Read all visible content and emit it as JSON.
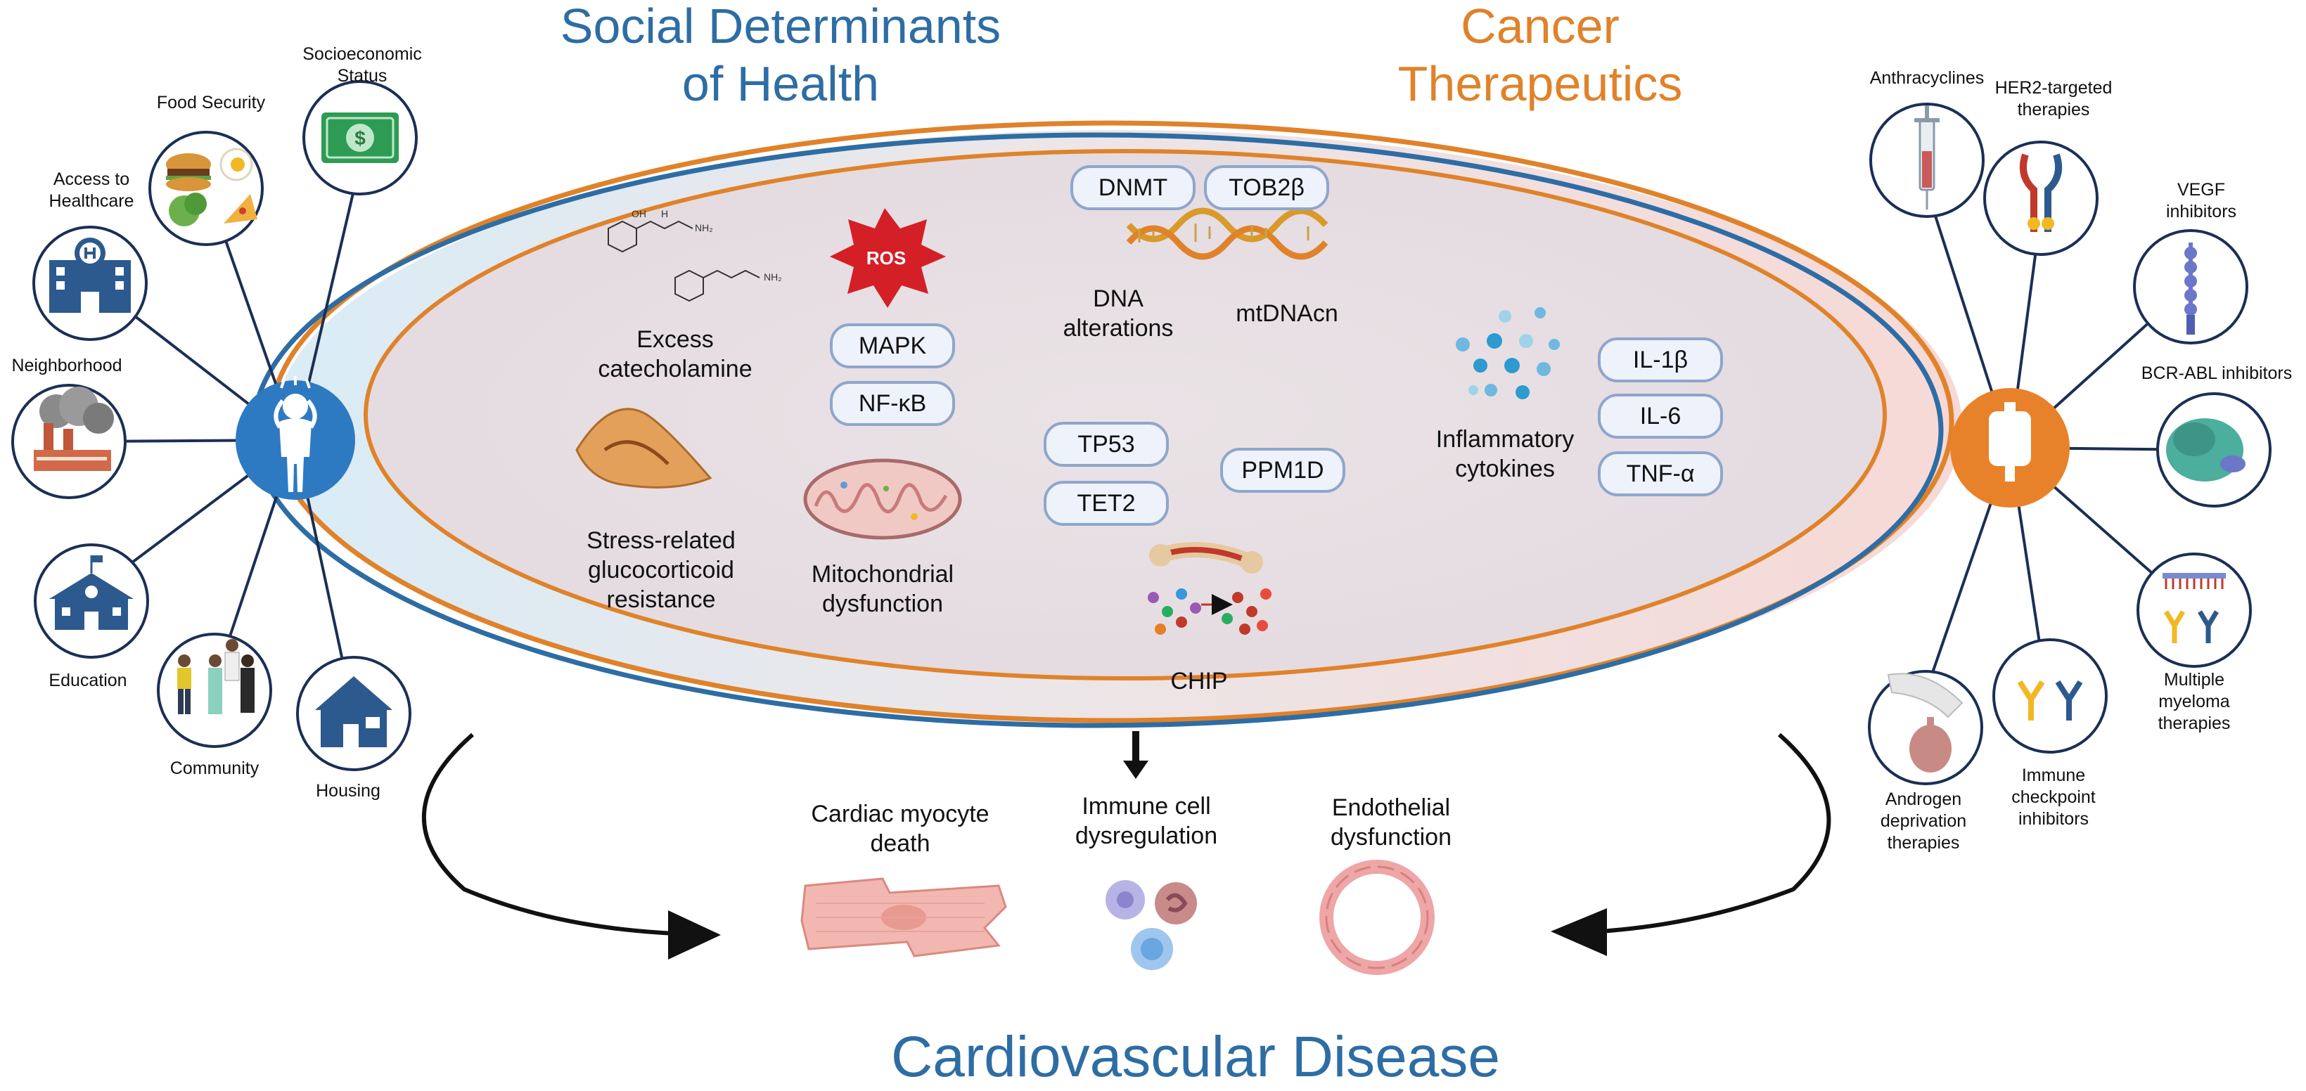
{
  "colors": {
    "sdoh_blue": "#2e6da4",
    "cancer_orange": "#e0822a",
    "pill_border": "#8fa6cc",
    "ros_red": "#d41f27"
  },
  "titles": {
    "sdoh_line1": "Social Determinants",
    "sdoh_line2": "of Health",
    "cancer_line1": "Cancer",
    "cancer_line2": "Therapeutics",
    "outcome": "Cardiovascular Disease"
  },
  "sdoh_factors": {
    "socioeconomic": {
      "line1": "Socioeconomic",
      "line2": "Status",
      "icon": "dollar-bill-icon"
    },
    "food": {
      "line1": "Food Security",
      "icon": "food-icon"
    },
    "healthcare": {
      "line1": "Access to",
      "line2": "Healthcare",
      "icon": "hospital-icon"
    },
    "neighborhood": {
      "line1": "Neighborhood",
      "icon": "factory-pollution-icon"
    },
    "education": {
      "line1": "Education",
      "icon": "school-icon"
    },
    "community": {
      "line1": "Community",
      "icon": "people-icon"
    },
    "housing": {
      "line1": "Housing",
      "icon": "house-icon"
    }
  },
  "cancer_therapies": {
    "anthracyclines": {
      "line1": "Anthracyclines",
      "icon": "syringe-icon"
    },
    "her2": {
      "line1": "HER2-targeted",
      "line2": "therapies",
      "icon": "her2-receptor-icon"
    },
    "vegf": {
      "line1": "VEGF",
      "line2": "inhibitors",
      "icon": "vegf-receptor-icon"
    },
    "bcr_abl": {
      "line1": "BCR-ABL inhibitors",
      "icon": "kinase-protein-icon"
    },
    "myeloma": {
      "line1": "Multiple",
      "line2": "myeloma",
      "line3": "therapies",
      "icon": "bispecific-antibody-icon"
    },
    "checkpoint": {
      "line1": "Immune",
      "line2": "checkpoint",
      "line3": "inhibitors",
      "icon": "antibody-icon"
    },
    "androgen": {
      "line1": "Androgen",
      "line2": "deprivation",
      "line3": "therapies",
      "icon": "prostate-icon"
    }
  },
  "mechanisms": {
    "catecholamine": {
      "line1": "Excess",
      "line2": "catecholamine"
    },
    "glucocorticoid": {
      "line1": "Stress-related",
      "line2": "glucocorticoid",
      "line3": "resistance"
    },
    "ros": "ROS",
    "mitochondrial": {
      "line1": "Mitochondrial",
      "line2": "dysfunction"
    },
    "dna": {
      "line1": "DNA",
      "line2": "alterations"
    },
    "mtdnacn": "mtDNAcn",
    "inflammatory": {
      "line1": "Inflammatory",
      "line2": "cytokines"
    },
    "chip": "CHIP"
  },
  "pills": {
    "mapk": "MAPK",
    "nfkb": "NF-κB",
    "dnmt": "DNMT",
    "tob2b": "TOB2β",
    "tp53": "TP53",
    "tet2": "TET2",
    "ppm1d": "PPM1D",
    "il1b": "IL-1β",
    "il6": "IL-6",
    "tnfa": "TNF-α"
  },
  "outcomes": {
    "cardiac": {
      "line1": "Cardiac myocyte",
      "line2": "death"
    },
    "immune": {
      "line1": "Immune cell",
      "line2": "dysregulation"
    },
    "endothelial": {
      "line1": "Endothelial",
      "line2": "dysfunction"
    }
  },
  "molecule_labels": {
    "oh": "OH",
    "h": "H",
    "nh2": "NH₂"
  }
}
